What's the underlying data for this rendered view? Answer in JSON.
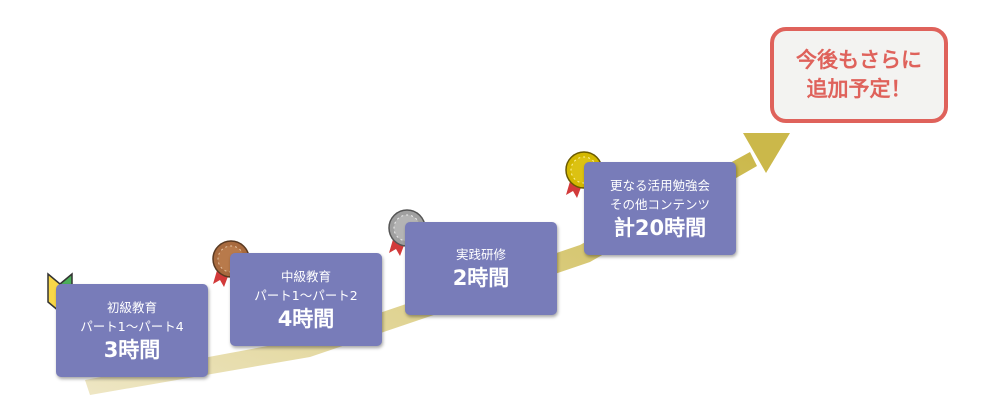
{
  "steps": [
    {
      "lines": [
        "初級教育",
        "パート1～パート4"
      ],
      "hours": "3時間",
      "badge": "beginner-mark"
    },
    {
      "lines": [
        "中級教育",
        "パート1～パート2"
      ],
      "hours": "4時間",
      "badge": "bronze-medal"
    },
    {
      "lines": [
        "実践研修"
      ],
      "hours": "2時間",
      "badge": "silver-medal"
    },
    {
      "lines": [
        "更なる活用勉強会",
        "その他コンテンツ"
      ],
      "hours": "計20時間",
      "badge": "gold-medal"
    }
  ],
  "callout": {
    "line1": "今後もさらに",
    "line2": "追加予定！"
  },
  "colors": {
    "box": "#787cb9",
    "arrow_start": "#ece3bb",
    "arrow_end": "#cbb84a",
    "callout": "#df625b"
  }
}
